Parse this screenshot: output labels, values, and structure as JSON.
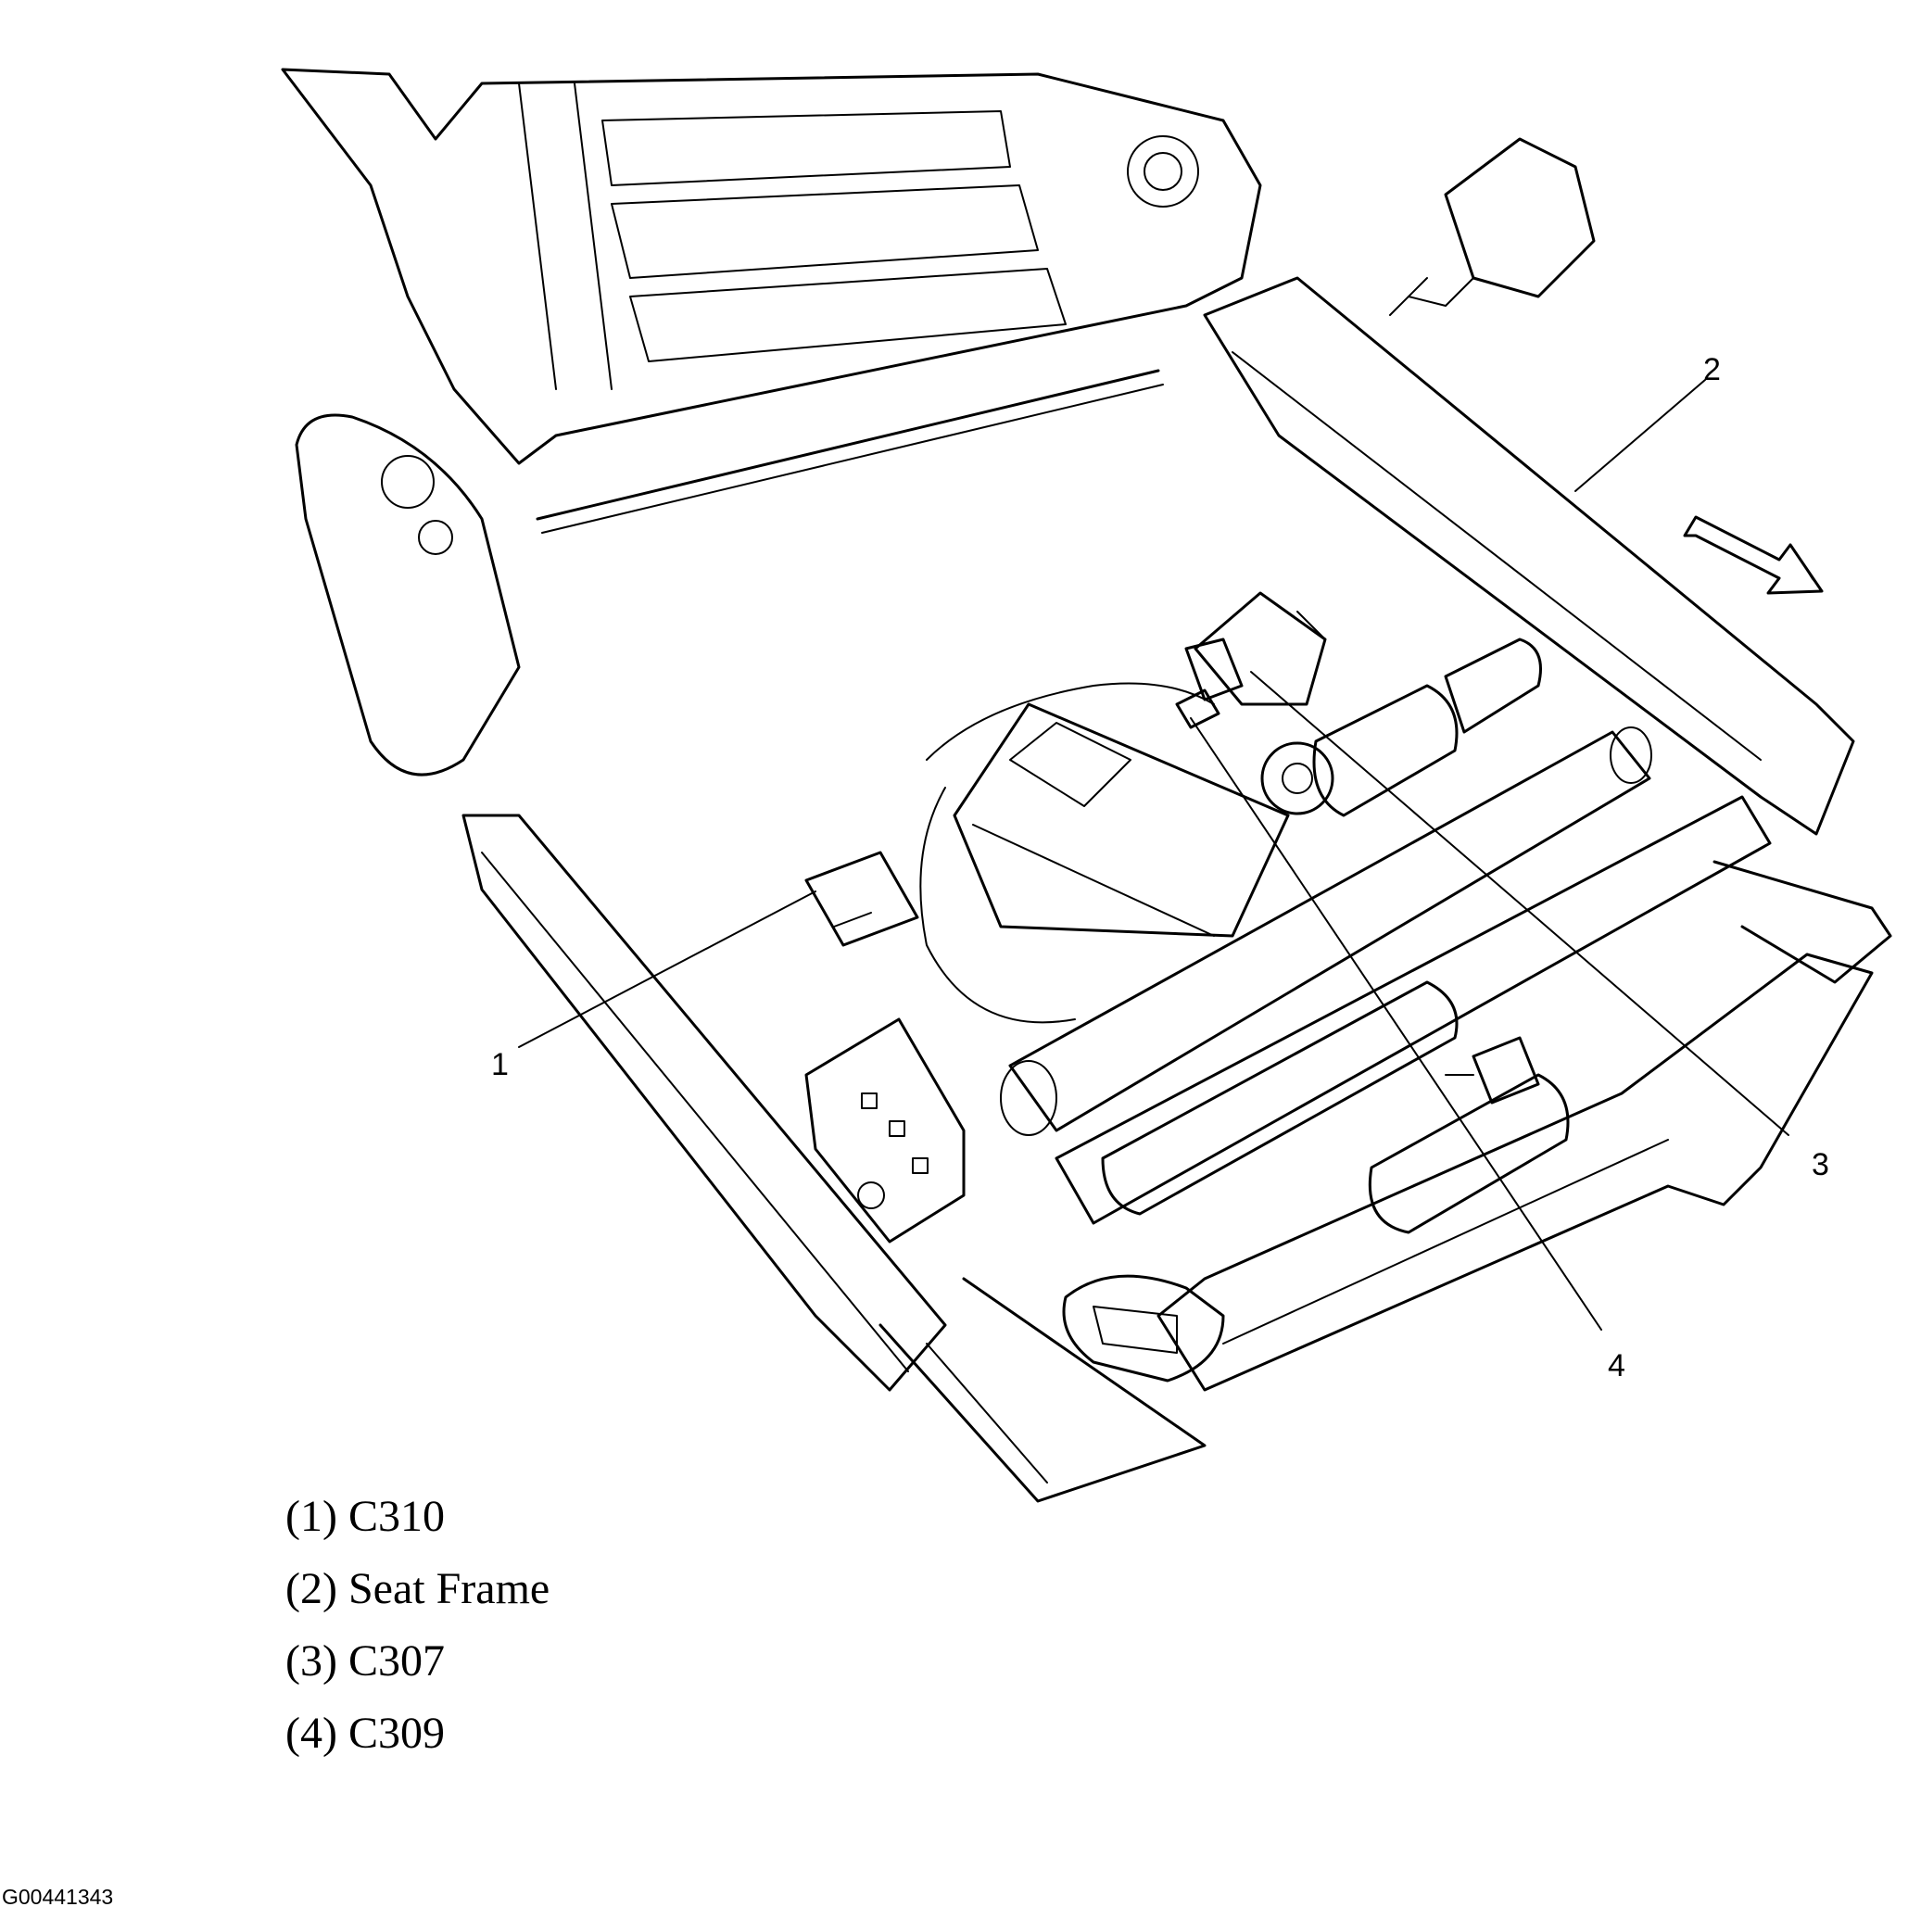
{
  "callouts": [
    {
      "number": "1"
    },
    {
      "number": "2"
    },
    {
      "number": "3"
    },
    {
      "number": "4"
    }
  ],
  "legend": [
    {
      "label": "(1) C310"
    },
    {
      "label": "(2) Seat Frame"
    },
    {
      "label": "(3) C307"
    },
    {
      "label": "(4) C309"
    }
  ],
  "figure_id": "G00441343",
  "icons": {
    "direction_arrow": "forward-arrow-icon"
  }
}
